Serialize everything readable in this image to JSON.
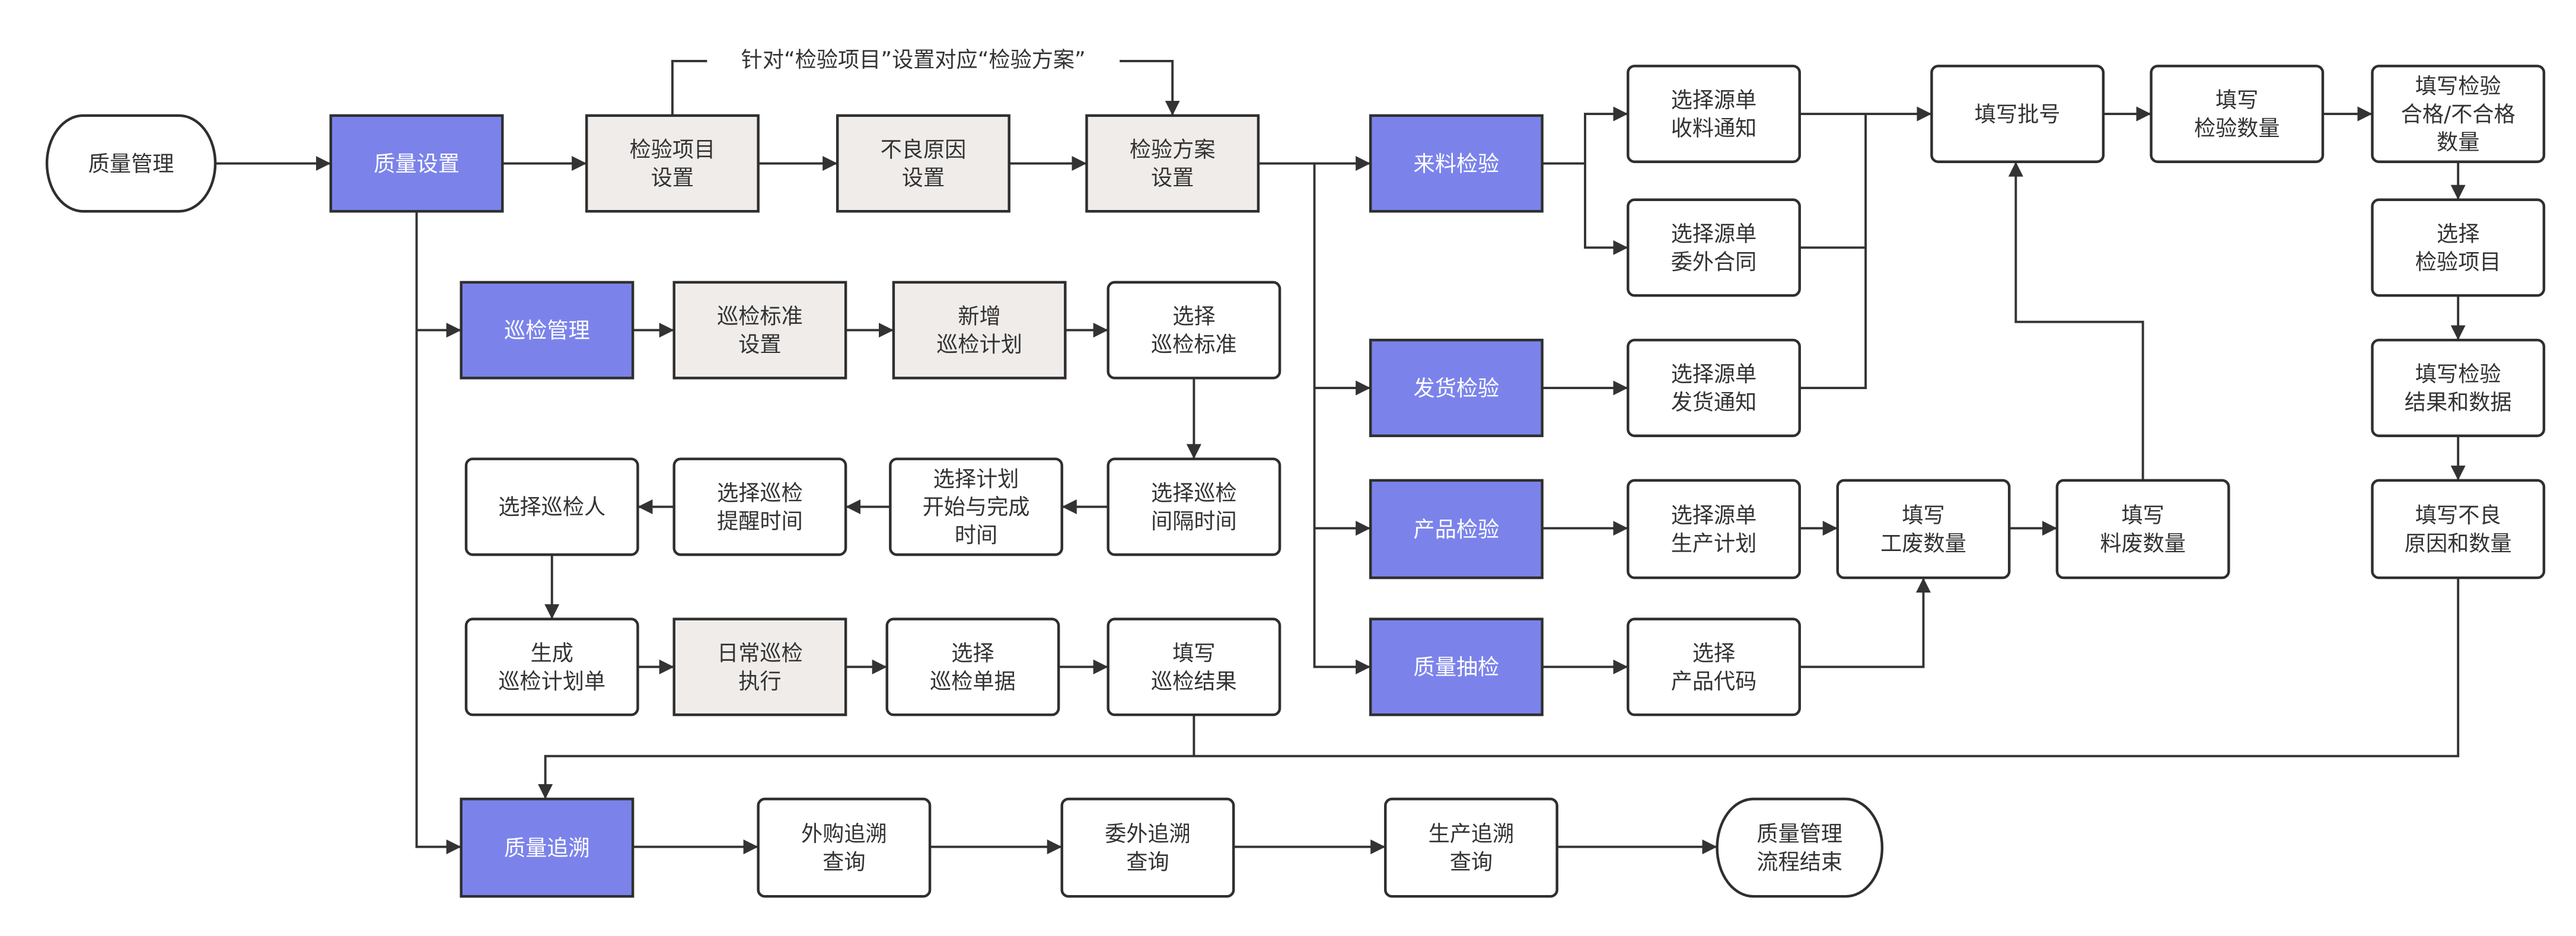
{
  "colors": {
    "primary": "#7b83eb",
    "secondary": "#efecea",
    "line": "#333333"
  },
  "annotation": "针对“检验项目”设置对应“检验方案”",
  "nodes": {
    "start": [
      "质量管理"
    ],
    "quality_settings": [
      "质量设置"
    ],
    "inspection_item_settings": [
      "检验项目",
      "设置"
    ],
    "defect_reason_settings": [
      "不良原因",
      "设置"
    ],
    "inspection_plan_settings": [
      "检验方案",
      "设置"
    ],
    "patrol_management": [
      "巡检管理"
    ],
    "patrol_standard_settings": [
      "巡检标准",
      "设置"
    ],
    "add_patrol_plan": [
      "新增",
      "巡检计划"
    ],
    "select_patrol_standard": [
      "选择",
      "巡检标准"
    ],
    "select_patrol_interval": [
      "选择巡检",
      "间隔时间"
    ],
    "select_plan_time": [
      "选择计划",
      "开始与完成",
      "时间"
    ],
    "select_reminder_time": [
      "选择巡检",
      "提醒时间"
    ],
    "select_inspector": [
      "选择巡检人"
    ],
    "generate_plan_sheet": [
      "生成",
      "巡检计划单"
    ],
    "daily_patrol": [
      "日常巡检",
      "执行"
    ],
    "select_patrol_doc": [
      "选择",
      "巡检单据"
    ],
    "fill_patrol_result": [
      "填写",
      "巡检结果"
    ],
    "traceability": [
      "质量追溯"
    ],
    "purchase_trace": [
      "外购追溯",
      "查询"
    ],
    "outsource_trace": [
      "委外追溯",
      "查询"
    ],
    "production_trace": [
      "生产追溯",
      "查询"
    ],
    "end": [
      "质量管理",
      "流程结束"
    ],
    "incoming_inspection": [
      "来料检验"
    ],
    "shipping_inspection": [
      "发货检验"
    ],
    "product_inspection": [
      "产品检验"
    ],
    "quality_sampling": [
      "质量抽检"
    ],
    "src_receipt": [
      "选择源单",
      "收料通知"
    ],
    "src_outsource": [
      "选择源单",
      "委外合同"
    ],
    "src_shipping": [
      "选择源单",
      "发货通知"
    ],
    "src_production": [
      "选择源单",
      "生产计划"
    ],
    "select_product_code": [
      "选择",
      "产品代码"
    ],
    "fill_batch": [
      "填写批号"
    ],
    "fill_inspect_qty": [
      "填写",
      "检验数量"
    ],
    "fill_pass_fail": [
      "填写检验",
      "合格/不合格",
      "数量"
    ],
    "select_items": [
      "选择",
      "检验项目"
    ],
    "fill_results": [
      "填写检验",
      "结果和数据"
    ],
    "fill_defects": [
      "填写不良",
      "原因和数量"
    ],
    "fill_work_scrap": [
      "填写",
      "工废数量"
    ],
    "fill_material_scrap": [
      "填写",
      "料废数量"
    ]
  }
}
